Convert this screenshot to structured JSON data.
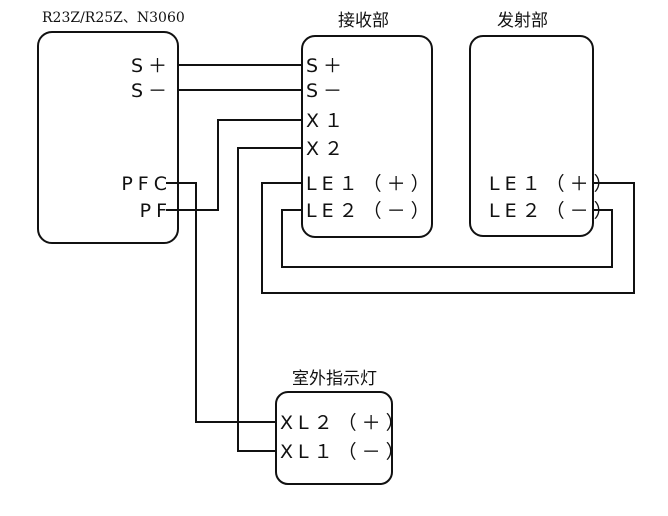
{
  "controller": {
    "model_label": "R23Z/R25Z、N3060",
    "pins": [
      "S＋",
      "S－",
      "PFC",
      "PF"
    ]
  },
  "receiver": {
    "title": "接收部",
    "pins": [
      "S＋",
      "S－",
      "X１",
      "X２",
      "LE１（＋）",
      "LE２（－）"
    ]
  },
  "transmitter": {
    "title": "发射部",
    "pins": [
      "LE１（＋）",
      "LE２（－）"
    ]
  },
  "indicator": {
    "title": "室外指示灯",
    "pins": [
      "XL２（＋）",
      "XL１（－）"
    ]
  }
}
